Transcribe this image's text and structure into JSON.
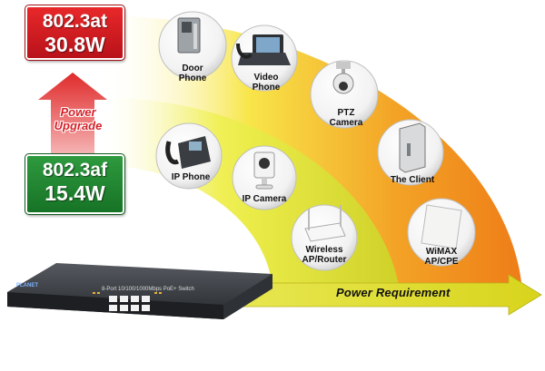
{
  "standards": {
    "at": {
      "name": "802.3at",
      "power": "30.8W",
      "color": "#d0181f"
    },
    "af": {
      "name": "802.3af",
      "power": "15.4W",
      "color": "#1f8a30"
    }
  },
  "upgrade": {
    "line1": "Power",
    "line2": "Upgrade"
  },
  "axis": {
    "label": "Power Requirement"
  },
  "switch": {
    "brand": "PLANET",
    "model": "8-Port 10/100/1000Mbps PoE+ Switch"
  },
  "devices": {
    "door_phone": {
      "line1": "Door",
      "line2": "Phone",
      "icon": "door-phone-icon"
    },
    "video_phone": {
      "line1": "Video",
      "line2": "Phone",
      "icon": "video-phone-icon"
    },
    "ptz_camera": {
      "line1": "PTZ",
      "line2": "Camera",
      "icon": "ptz-camera-icon"
    },
    "the_client": {
      "line1": "The Client",
      "line2": "",
      "icon": "thin-client-icon"
    },
    "wimax": {
      "line1": "WiMAX",
      "line2": "AP/CPE",
      "icon": "wimax-cpe-icon"
    },
    "ip_phone": {
      "line1": "IP Phone",
      "line2": "",
      "icon": "ip-phone-icon"
    },
    "ip_camera": {
      "line1": "IP Camera",
      "line2": "",
      "icon": "ip-camera-icon"
    },
    "wireless": {
      "line1": "Wireless",
      "line2": "AP/Router",
      "icon": "wireless-router-icon"
    }
  },
  "colors": {
    "outer_band": "#f08a1c",
    "inner_band": "#f7e43a",
    "arrow": "#d8d820"
  }
}
